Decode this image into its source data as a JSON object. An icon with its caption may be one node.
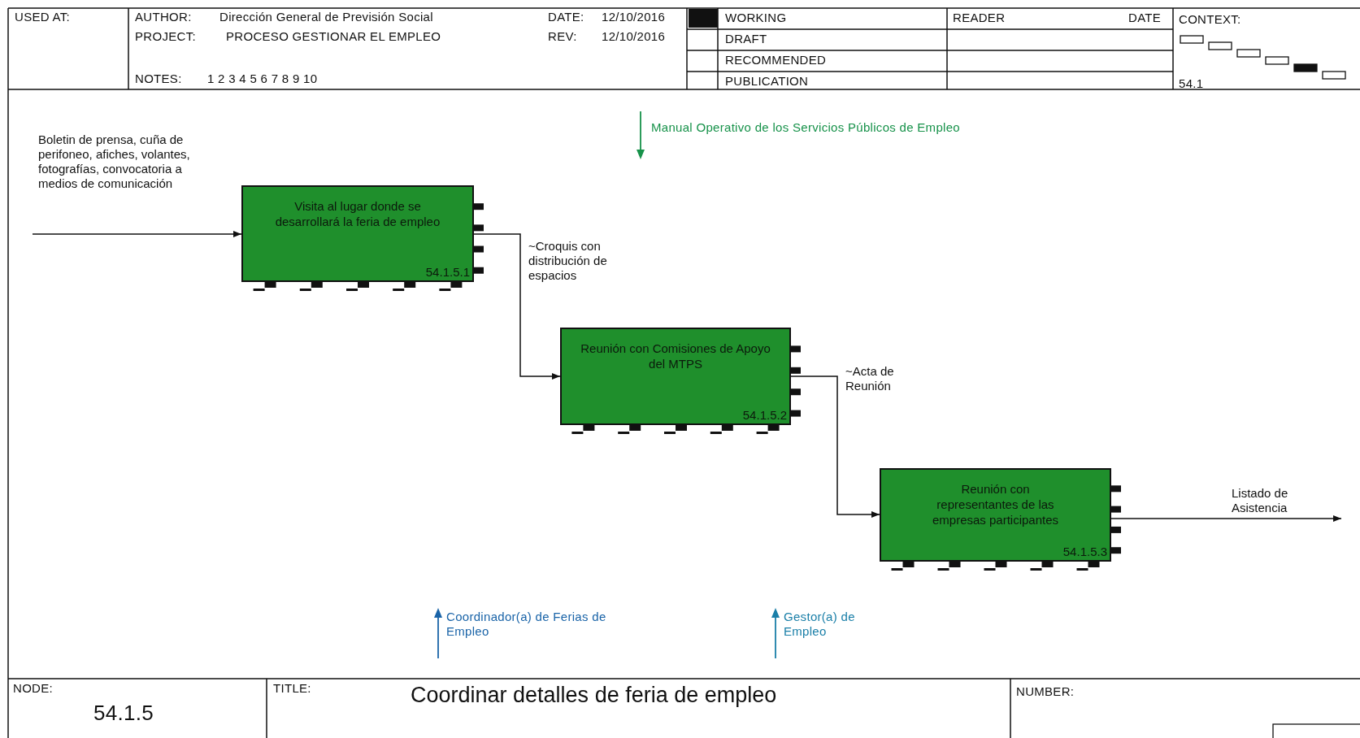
{
  "diagram": {
    "title": "Coordinar detalles de feria de empleo",
    "nodes": [
      {
        "text": [
          "Visita al lugar donde se desarrollará la feria de empleo",
          "54.1.5.1"
        ]
      },
      {
        "text": [
          "Reunión con Comisiones de Apoyo del MTPS",
          "54.1.5.2"
        ]
      },
      {
        "text": [
          "Reunión con representantes de las empresas participantes",
          "54.1.5.3"
        ]
      }
    ],
    "edges": [
      {
        "from": null,
        "to": 0,
        "arrow": "to",
        "label": "Boletin de prensa, cuña de perifoneo, afiches, volantes, fotografías, convocatoria a medios de comunicación"
      },
      {
        "from": 0,
        "to": 1,
        "arrow": "to",
        "label": "~Croquis con distribución de espacios"
      },
      {
        "from": 1,
        "to": 2,
        "arrow": "to",
        "label": "~Acta de Reunión"
      },
      {
        "from": 2,
        "to": null,
        "arrow": "to",
        "label": "Listado de Asistencia"
      }
    ],
    "labels": [
      "USED AT:",
      "AUTHOR:",
      "Dirección General de Previsión Social",
      "DATE:",
      "12/10/2016",
      "WORKING",
      "READER",
      "DATE",
      "CONTEXT:",
      "PROJECT:",
      "PROCESO GESTIONAR EL EMPLEO",
      "REV:",
      "12/10/2016",
      "DRAFT",
      "RECOMMENDED",
      "NOTES:",
      "1 2 3 4 5 6 7 8 9 10",
      "PUBLICATION",
      "54.1",
      "Manual Operativo de los Servicios Públicos de Empleo",
      "Coordinador(a) de Ferias de Empleo",
      "Gestor(a) de Empleo",
      "NODE:",
      "54.1.5",
      "TITLE:",
      "NUMBER:"
    ]
  }
}
